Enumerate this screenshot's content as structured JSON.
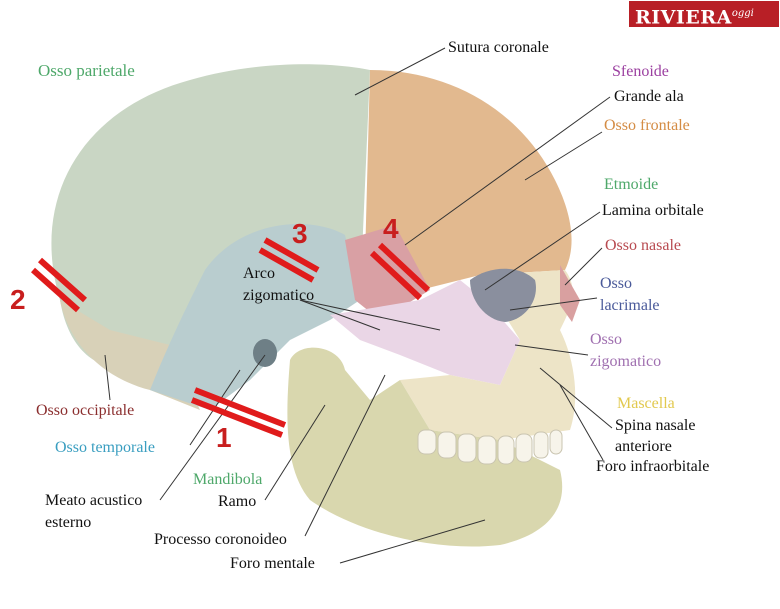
{
  "logo": {
    "main": "RIVIERA",
    "sup": "oggi"
  },
  "colors": {
    "green": "#4ea86a",
    "purple": "#9b3fa0",
    "orange": "#d48c44",
    "red": "#b84a50",
    "blue": "#4a5a9a",
    "violet": "#a070b0",
    "yellow": "#e2c94e",
    "darkred": "#8b2e2e",
    "teal": "#3a9ec0",
    "marker": "#e01b1b"
  },
  "labels": {
    "osso_parietale": "Osso parietale",
    "sutura_coronale": "Sutura coronale",
    "sfenoide": "Sfenoide",
    "grande_ala": "Grande ala",
    "osso_frontale": "Osso frontale",
    "etmoide": "Etmoide",
    "lamina_orbitale": "Lamina orbitale",
    "osso_nasale": "Osso nasale",
    "osso_lacrimale_1": "Osso",
    "osso_lacrimale_2": "lacrimale",
    "osso_zigomatico_1": "Osso",
    "osso_zigomatico_2": "zigomatico",
    "mascella": "Mascella",
    "spina_nasale_1": "Spina nasale",
    "spina_nasale_2": "anteriore",
    "foro_infraorbitale": "Foro infraorbitale",
    "arco_1": "Arco",
    "arco_2": "zigomatico",
    "osso_occipitale": "Osso occipitale",
    "osso_temporale": "Osso temporale",
    "mandibola": "Mandibola",
    "meato_1": "Meato acustico",
    "meato_2": "esterno",
    "ramo": "Ramo",
    "processo_coronoideo": "Processo coronoideo",
    "foro_mentale": "Foro mentale"
  },
  "markers": {
    "m1": "1",
    "m2": "2",
    "m3": "3",
    "m4": "4"
  }
}
